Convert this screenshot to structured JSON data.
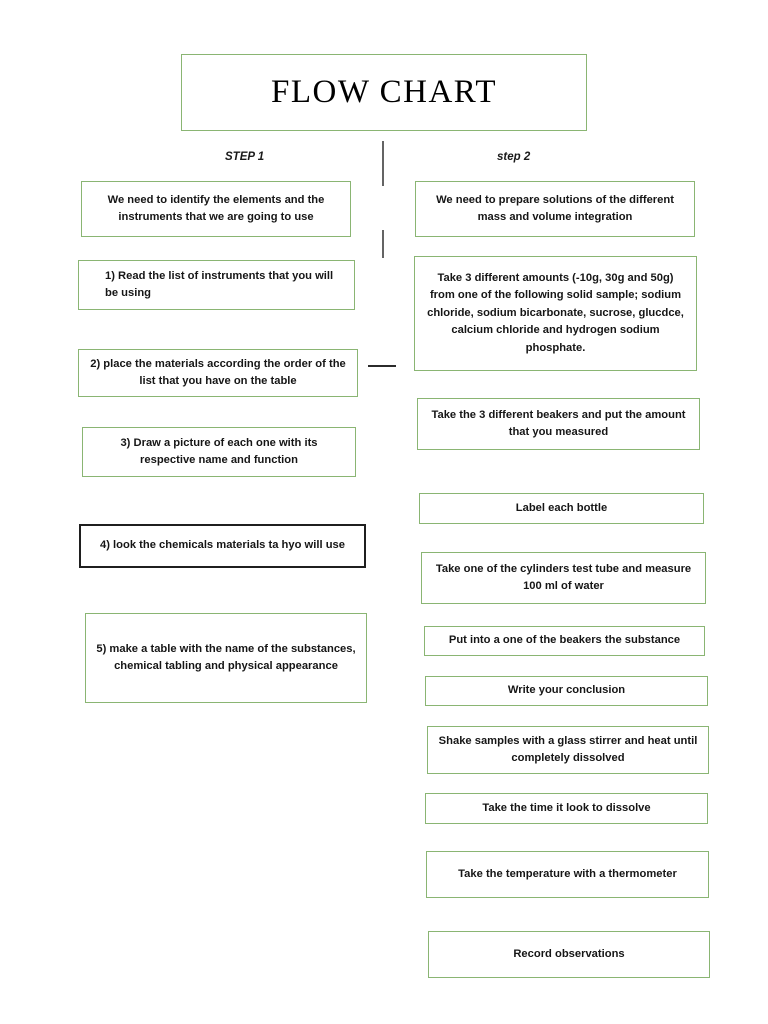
{
  "document": {
    "title": "FLOW CHART"
  },
  "columns": {
    "step1_label": "STEP 1",
    "step2_label": "step 2"
  },
  "left_column": [
    {
      "id": "left-intro",
      "text": "We need to identify the elements and the instruments that we are going to use",
      "border_color": "#8ab573"
    },
    {
      "id": "left-step-1",
      "text": "1)    Read the list of instruments that you will be using",
      "border_color": "#8ab573"
    },
    {
      "id": "left-step-2",
      "text": "2) place the materials according the order of the list that you have on the table",
      "border_color": "#8ab573"
    },
    {
      "id": "left-step-3",
      "text": "3) Draw a picture of each one with its respective name and function",
      "border_color": "#8ab573"
    },
    {
      "id": "left-step-4",
      "text": "4) look the chemicals materials ta hyo will use",
      "border_color": "#1f1f1f"
    },
    {
      "id": "left-step-5",
      "text": "5) make a table with the name of the substances, chemical tabling and physical appearance",
      "border_color": "#8ab573"
    }
  ],
  "right_column": [
    {
      "id": "right-intro",
      "text": "We need to prepare solutions of the different mass and volume integration",
      "border_color": "#8ab573"
    },
    {
      "id": "right-amounts",
      "text": "Take 3 different amounts (-10g, 30g and 50g) from one of the following solid sample; sodium chloride, sodium bicarbonate, sucrose, glucdce, calcium chloride and hydrogen sodium phosphate.",
      "border_color": "#8ab573"
    },
    {
      "id": "right-beakers",
      "text": "Take the 3 different beakers and put the amount that you measured",
      "border_color": "#8ab573"
    },
    {
      "id": "right-label-bottle",
      "text": "Label each bottle",
      "border_color": "#8ab573"
    },
    {
      "id": "right-cylinder",
      "text": "Take one of the cylinders test tube and measure 100 ml of water",
      "border_color": "#8ab573"
    },
    {
      "id": "right-put-substance",
      "text": "Put into a one of the beakers the substance",
      "border_color": "#8ab573"
    },
    {
      "id": "right-conclusion",
      "text": "Write your conclusion",
      "border_color": "#8ab573"
    },
    {
      "id": "right-shake",
      "text": "Shake  samples with a glass stirrer and heat until completely dissolved",
      "border_color": "#8ab573"
    },
    {
      "id": "right-time",
      "text": "Take the time it look to dissolve",
      "border_color": "#8ab573"
    },
    {
      "id": "right-temperature",
      "text": "Take the temperature with a thermometer",
      "border_color": "#8ab573"
    },
    {
      "id": "right-record",
      "text": "Record observations",
      "border_color": "#8ab573"
    }
  ],
  "colors": {
    "border_green": "#8ab573",
    "border_black": "#1f1f1f",
    "divider_gray": "#646464",
    "text": "#161616",
    "background": "#ffffff"
  }
}
